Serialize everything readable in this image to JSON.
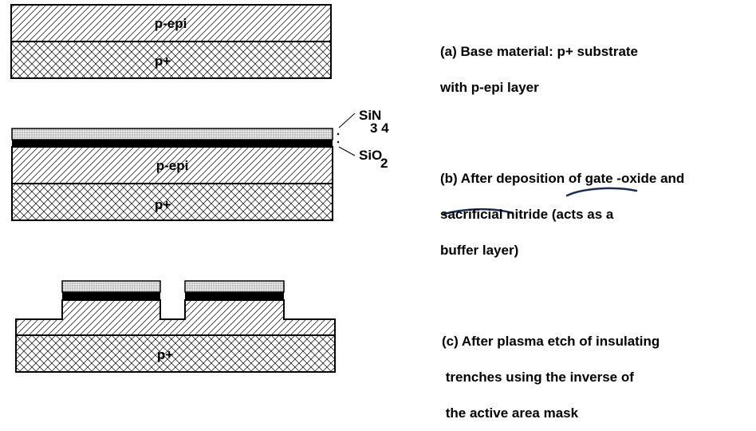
{
  "panels": {
    "a": {
      "caption": [
        "(a) Base material: p+ substrate",
        "with p-epi layer"
      ],
      "layer_epi": "p-epi",
      "layer_sub": "p+"
    },
    "b": {
      "caption": [
        "(b) After deposition of gate -oxide and",
        "sacrificial nitride (acts as a",
        "buffer layer)"
      ],
      "layer_epi": "p-epi",
      "layer_sub": "p+",
      "nitride_label": "SiN",
      "nitride_subscripts": "3 4",
      "oxide_label": "SiO",
      "oxide_subscript": "2"
    },
    "c": {
      "caption": [
        "(c) After plasma etch of insulating",
        " trenches using the inverse of",
        " the active area mask"
      ],
      "layer_sub": "p+"
    }
  },
  "colors": {
    "ink": "#000000",
    "nitride_fill": "#d9d9d9",
    "annotation": "#1a2d5a"
  }
}
